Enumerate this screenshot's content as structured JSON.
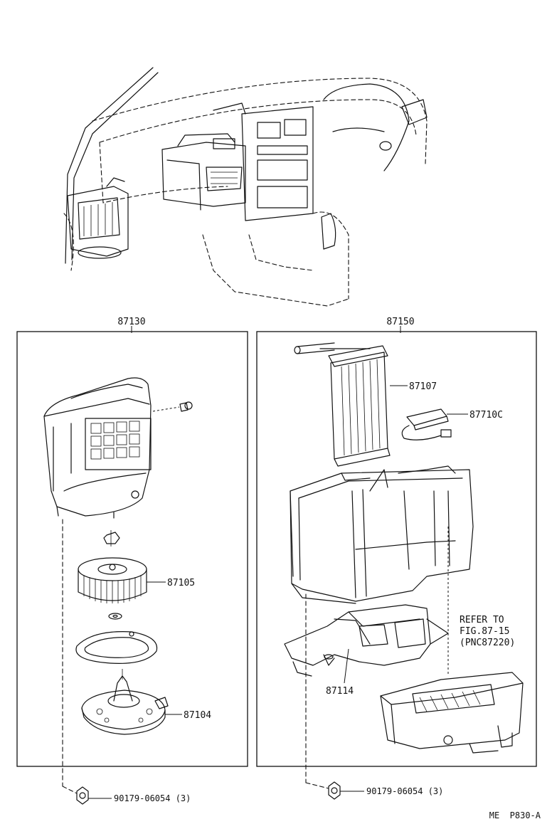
{
  "diagram": {
    "left_group": {
      "part_number": "87130"
    },
    "right_group": {
      "part_number": "87150"
    },
    "callouts": {
      "heater_core": "87107",
      "sensor": "87710C",
      "fan": "87105",
      "motor": "87104",
      "lower_case": "87114",
      "refer_line1": "REFER TO",
      "refer_line2": "FIG.87-15",
      "refer_line3": "(PNC87220)",
      "left_nut": "90179-06054 (3)",
      "right_nut": "90179-06054 (3)"
    },
    "footer_code": "ME  P830-A"
  }
}
